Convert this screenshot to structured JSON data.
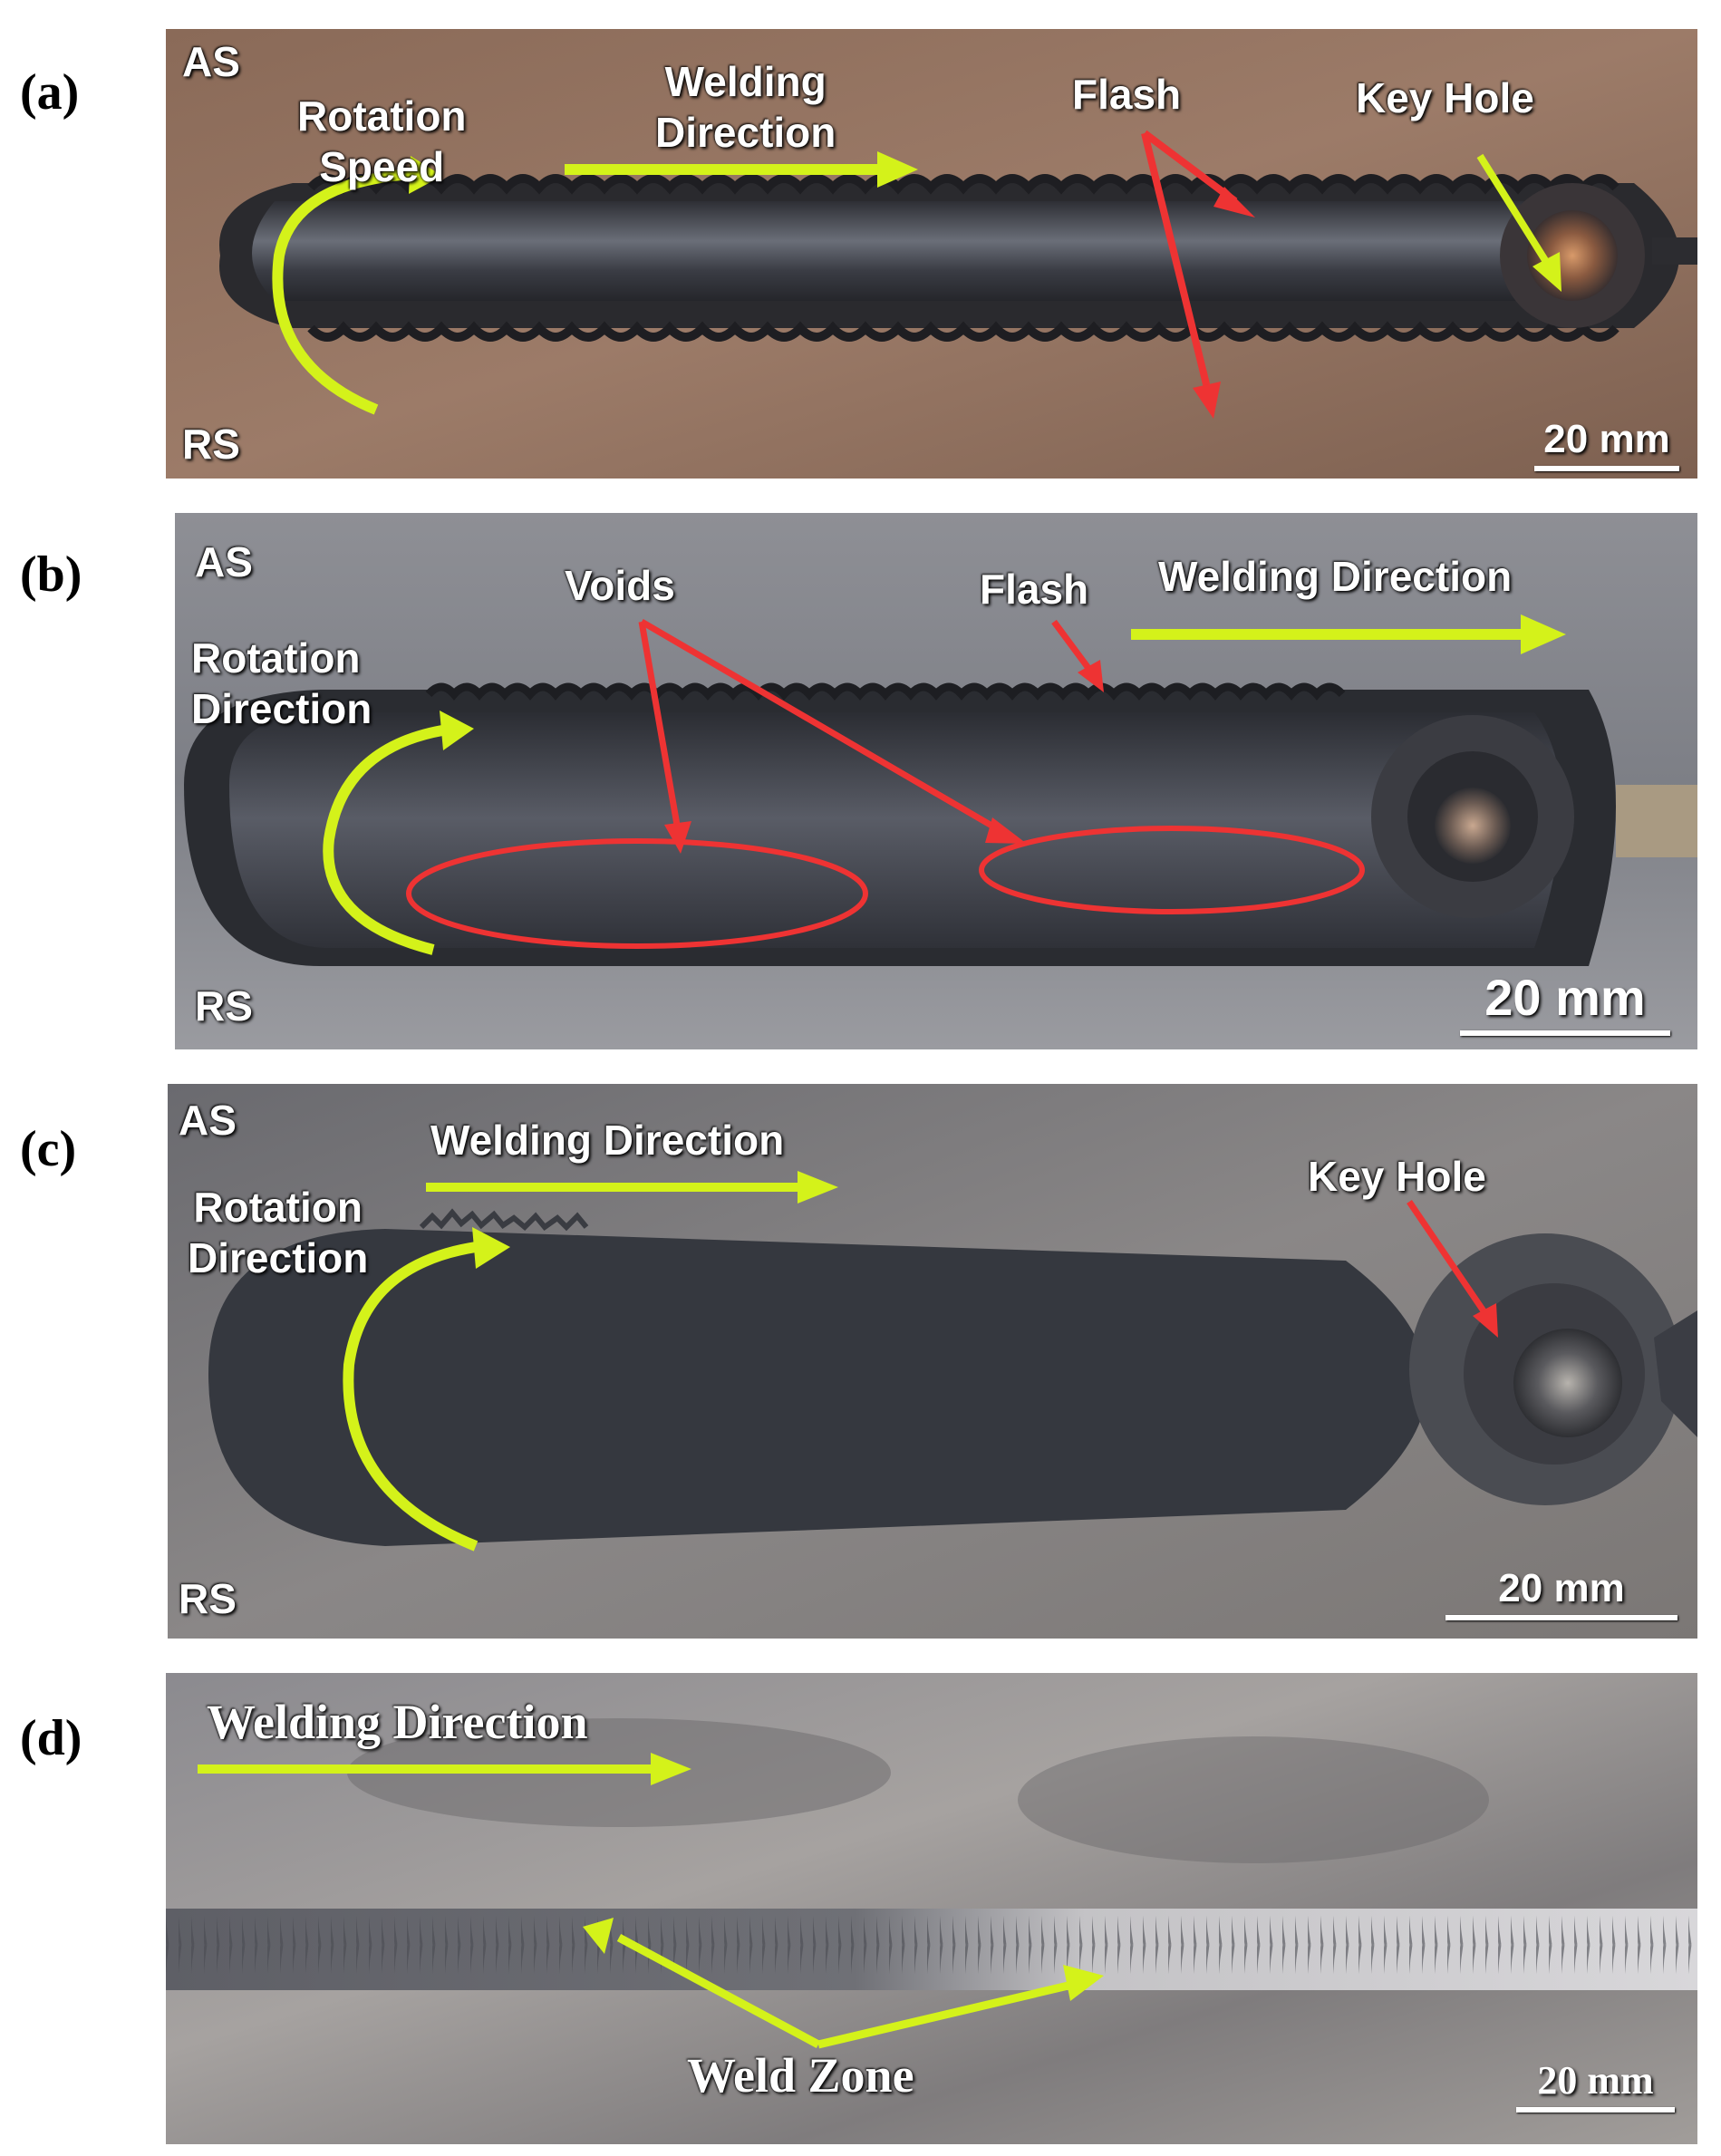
{
  "colors": {
    "arrow_yellow": "#d4f21a",
    "arrow_red": "#ee3333"
  },
  "panels": [
    {
      "letter": "(a)",
      "as": "AS",
      "rs": "RS",
      "rotation": "Rotation\nSpeed",
      "welding": "Welding\nDirection",
      "flash": "Flash",
      "keyhole": "Key Hole",
      "scale": "20 mm"
    },
    {
      "letter": "(b)",
      "as": "AS",
      "rs": "RS",
      "voids": "Voids",
      "flash": "Flash",
      "welding": "Welding Direction",
      "rotation": "Rotation\nDirection",
      "scale": "20 mm"
    },
    {
      "letter": "(c)",
      "as": "AS",
      "rs": "RS",
      "welding": "Welding Direction",
      "rotation": "Rotation\nDirection",
      "keyhole": "Key Hole",
      "scale": "20 mm"
    },
    {
      "letter": "(d)",
      "welding": "Welding Direction",
      "weldzone": "Weld Zone",
      "scale": "20 mm"
    }
  ]
}
